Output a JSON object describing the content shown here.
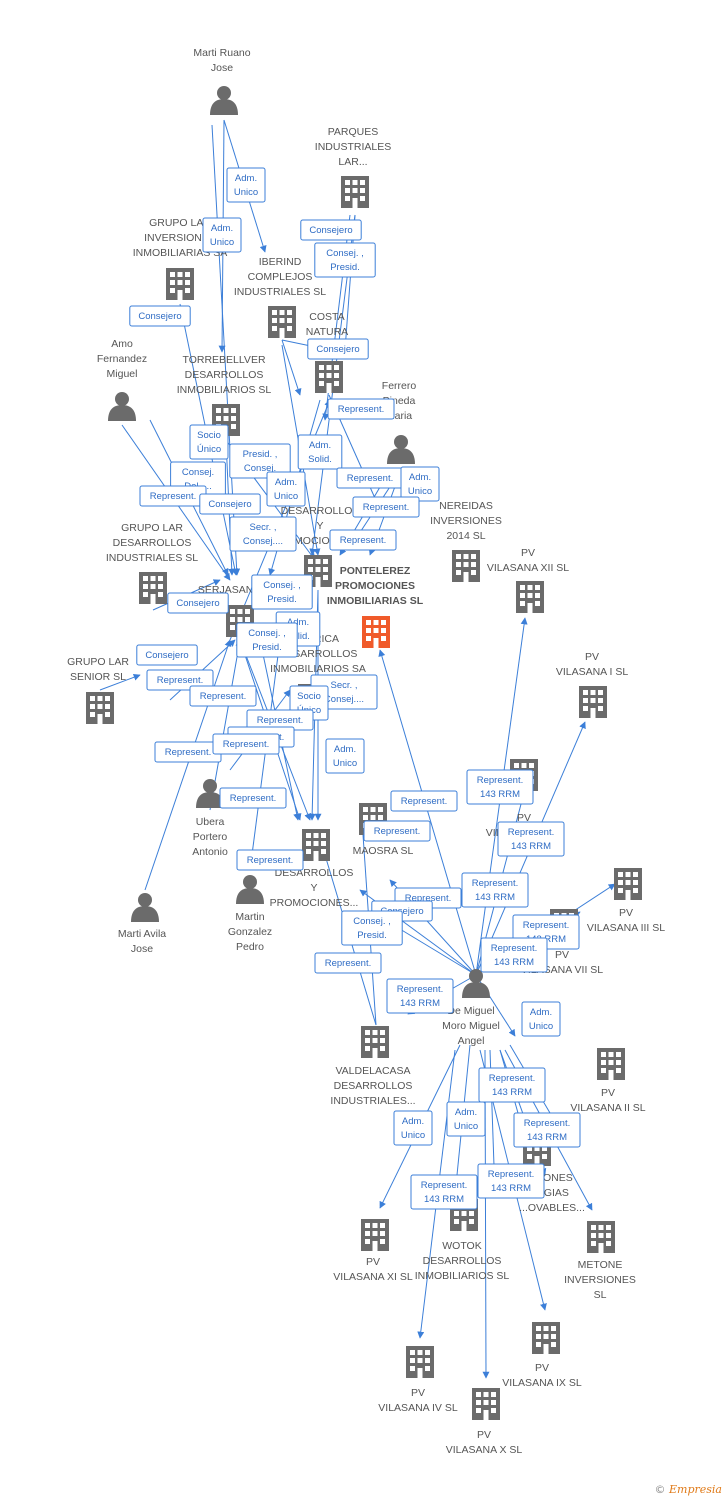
{
  "colors": {
    "edge": "#3c7fd8",
    "company": "#6b6b6b",
    "main_company": "#f05a2a",
    "person": "#6b6b6b",
    "label_text": "#555555"
  },
  "copyright": {
    "symbol": "©",
    "brand": "Empresia"
  },
  "nodes": [
    {
      "id": "marti_ruano",
      "kind": "person",
      "lines": [
        "Marti Ruano",
        "Jose"
      ]
    },
    {
      "id": "parques",
      "kind": "company",
      "lines": [
        "PARQUES",
        "INDUSTRIALES",
        "LAR..."
      ]
    },
    {
      "id": "grupo_lar_inv",
      "kind": "company",
      "lines": [
        "GRUPO LAR",
        "INVERSIONES",
        "INMOBILIARIAS SA"
      ]
    },
    {
      "id": "iberind",
      "kind": "company",
      "lines": [
        "IBERIND",
        "COMPLEJOS",
        "INDUSTRIALES SL"
      ]
    },
    {
      "id": "costa_natura",
      "kind": "company",
      "lines": [
        "COSTA",
        "NATURA",
        "DESA..."
      ]
    },
    {
      "id": "amo_fernandez",
      "kind": "person",
      "lines": [
        "Amo",
        "Fernandez",
        "Miguel"
      ]
    },
    {
      "id": "torrebellver",
      "kind": "company",
      "lines": [
        "TORREBELLVER",
        "DESARROLLOS",
        "INMOBILIARIOS SL"
      ]
    },
    {
      "id": "ferrero",
      "kind": "person",
      "lines": [
        "Ferrero",
        "Pineda",
        "Maria"
      ]
    },
    {
      "id": "nereidas",
      "kind": "company",
      "lines": [
        "NEREIDAS",
        "INVERSIONES",
        "2014  SL"
      ]
    },
    {
      "id": "grupo_lar_des",
      "kind": "company",
      "lines": [
        "GRUPO LAR",
        "DESARROLLOS",
        "INDUSTRIALES SL"
      ]
    },
    {
      "id": "desarrollos_mocion",
      "kind": "company",
      "lines": [
        "DESARROLLOS",
        "Y",
        "MOCION..."
      ]
    },
    {
      "id": "pontelerez",
      "kind": "main",
      "lines": [
        "PONTELEREZ",
        "PROMOCIONES",
        "INMOBILIARIAS SL"
      ]
    },
    {
      "id": "pv_xii",
      "kind": "company",
      "lines": [
        "PV",
        "VILASANA XII SL"
      ]
    },
    {
      "id": "serjasan",
      "kind": "company",
      "lines": [
        "SERJASAN..."
      ]
    },
    {
      "id": "iberica",
      "kind": "company",
      "lines": [
        "IBERICA",
        "DESARROLLOS",
        "INMOBILIARIOS SA"
      ]
    },
    {
      "id": "pv_i",
      "kind": "company",
      "lines": [
        "PV",
        "VILASANA I SL"
      ]
    },
    {
      "id": "grupo_lar_senior",
      "kind": "company",
      "lines": [
        "GRUPO LAR",
        "SENIOR SL"
      ]
    },
    {
      "id": "pv_v",
      "kind": "company",
      "lines": [
        "PV",
        "VILASANA V SL"
      ]
    },
    {
      "id": "ubera",
      "kind": "person",
      "lines": [
        "Ubera",
        "Portero",
        "Antonio"
      ]
    },
    {
      "id": "maosra",
      "kind": "company",
      "lines": [
        "MAOSRA  SL"
      ]
    },
    {
      "id": "desarrollos_promociones",
      "kind": "company",
      "lines": [
        "DESARROLLOS",
        "Y",
        "PROMOCIONES..."
      ]
    },
    {
      "id": "pv_iii",
      "kind": "company",
      "lines": [
        "PV",
        "VILASANA III SL"
      ]
    },
    {
      "id": "marti_avila",
      "kind": "person",
      "lines": [
        "Marti Avila",
        "Jose"
      ]
    },
    {
      "id": "martin_gonzalez",
      "kind": "person",
      "lines": [
        "Martin",
        "Gonzalez",
        "Pedro"
      ]
    },
    {
      "id": "pv_vii",
      "kind": "company",
      "lines": [
        "PV",
        "VILASANA VII SL"
      ]
    },
    {
      "id": "de_miguel",
      "kind": "person",
      "lines": [
        "De Miguel",
        "Moro Miguel",
        "Angel"
      ]
    },
    {
      "id": "valdelacasa",
      "kind": "company",
      "lines": [
        "VALDELACASA",
        "DESARROLLOS",
        "INDUSTRIALES..."
      ]
    },
    {
      "id": "pv_ii",
      "kind": "company",
      "lines": [
        "PV",
        "VILASANA II SL"
      ]
    },
    {
      "id": "inversiones_energias",
      "kind": "company",
      "lines": [
        "...IONES",
        "...GIAS",
        "...OVABLES..."
      ]
    },
    {
      "id": "pv_xi",
      "kind": "company",
      "lines": [
        "PV",
        "VILASANA XI SL"
      ]
    },
    {
      "id": "wotok",
      "kind": "company",
      "lines": [
        "WOTOK",
        "DESARROLLOS",
        "INMOBILIARIOS SL"
      ]
    },
    {
      "id": "metone",
      "kind": "company",
      "lines": [
        "METONE",
        "INVERSIONES",
        "SL"
      ]
    },
    {
      "id": "pv_ix",
      "kind": "company",
      "lines": [
        "PV",
        "VILASANA IX SL"
      ]
    },
    {
      "id": "pv_iv",
      "kind": "company",
      "lines": [
        "PV",
        "VILASANA IV SL"
      ]
    },
    {
      "id": "pv_x",
      "kind": "company",
      "lines": [
        "PV",
        "VILASANA X SL"
      ]
    }
  ],
  "relations": [
    {
      "lines": [
        "Adm.",
        "Unico"
      ]
    },
    {
      "lines": [
        "Adm.",
        "Unico"
      ]
    },
    {
      "lines": [
        "Consejero"
      ]
    },
    {
      "lines": [
        "Consej. ,",
        "Presid."
      ]
    },
    {
      "lines": [
        "Consejero"
      ]
    },
    {
      "lines": [
        "Consejero"
      ]
    },
    {
      "lines": [
        "Represent."
      ]
    },
    {
      "lines": [
        "Adm.",
        "Solid."
      ]
    },
    {
      "lines": [
        "Socio",
        "Único"
      ]
    },
    {
      "lines": [
        "Presid. ,",
        "Consej."
      ]
    },
    {
      "lines": [
        "Represent."
      ]
    },
    {
      "lines": [
        "Adm.",
        "Unico"
      ]
    },
    {
      "lines": [
        "Consej.",
        "Del.,..."
      ]
    },
    {
      "lines": [
        "Represent."
      ]
    },
    {
      "lines": [
        "Adm.",
        "Unico"
      ]
    },
    {
      "lines": [
        "Consejero"
      ]
    },
    {
      "lines": [
        "Represent."
      ]
    },
    {
      "lines": [
        "Secr. ,",
        "Consej...."
      ]
    },
    {
      "lines": [
        "Represent."
      ]
    },
    {
      "lines": [
        "Consej. ,",
        "Presid."
      ]
    },
    {
      "lines": [
        "Consejero"
      ]
    },
    {
      "lines": [
        "Adm.",
        "Solid."
      ]
    },
    {
      "lines": [
        "Consej. ,",
        "Presid."
      ]
    },
    {
      "lines": [
        "Consejero"
      ]
    },
    {
      "lines": [
        "Represent."
      ]
    },
    {
      "lines": [
        "Secr. ,",
        "Consej...."
      ]
    },
    {
      "lines": [
        "Represent."
      ]
    },
    {
      "lines": [
        "Socio",
        "Único"
      ]
    },
    {
      "lines": [
        "Represent."
      ]
    },
    {
      "lines": [
        "Represent."
      ]
    },
    {
      "lines": [
        "Represent."
      ]
    },
    {
      "lines": [
        "Represent."
      ]
    },
    {
      "lines": [
        "Adm.",
        "Unico"
      ]
    },
    {
      "lines": [
        "Represent.",
        "143 RRM"
      ]
    },
    {
      "lines": [
        "Represent."
      ]
    },
    {
      "lines": [
        "Represent."
      ]
    },
    {
      "lines": [
        "Represent.",
        "143 RRM"
      ]
    },
    {
      "lines": [
        "Represent."
      ]
    },
    {
      "lines": [
        "Represent."
      ]
    },
    {
      "lines": [
        "Represent.",
        "143 RRM"
      ]
    },
    {
      "lines": [
        "Represent."
      ]
    },
    {
      "lines": [
        "Consejero"
      ]
    },
    {
      "lines": [
        "Represent.",
        "143 RRM"
      ]
    },
    {
      "lines": [
        "Consej. ,",
        "Presid."
      ]
    },
    {
      "lines": [
        "Represent.",
        "143 RRM"
      ]
    },
    {
      "lines": [
        "Represent."
      ]
    },
    {
      "lines": [
        "Represent.",
        "143 RRM"
      ]
    },
    {
      "lines": [
        "Adm.",
        "Unico"
      ]
    },
    {
      "lines": [
        "Represent.",
        "143 RRM"
      ]
    },
    {
      "lines": [
        "Adm.",
        "Unico"
      ]
    },
    {
      "lines": [
        "Adm.",
        "Unico"
      ]
    },
    {
      "lines": [
        "Represent.",
        "143 RRM"
      ]
    },
    {
      "lines": [
        "Represent.",
        "143 RRM"
      ]
    },
    {
      "lines": [
        "Represent.",
        "143 RRM"
      ]
    }
  ]
}
